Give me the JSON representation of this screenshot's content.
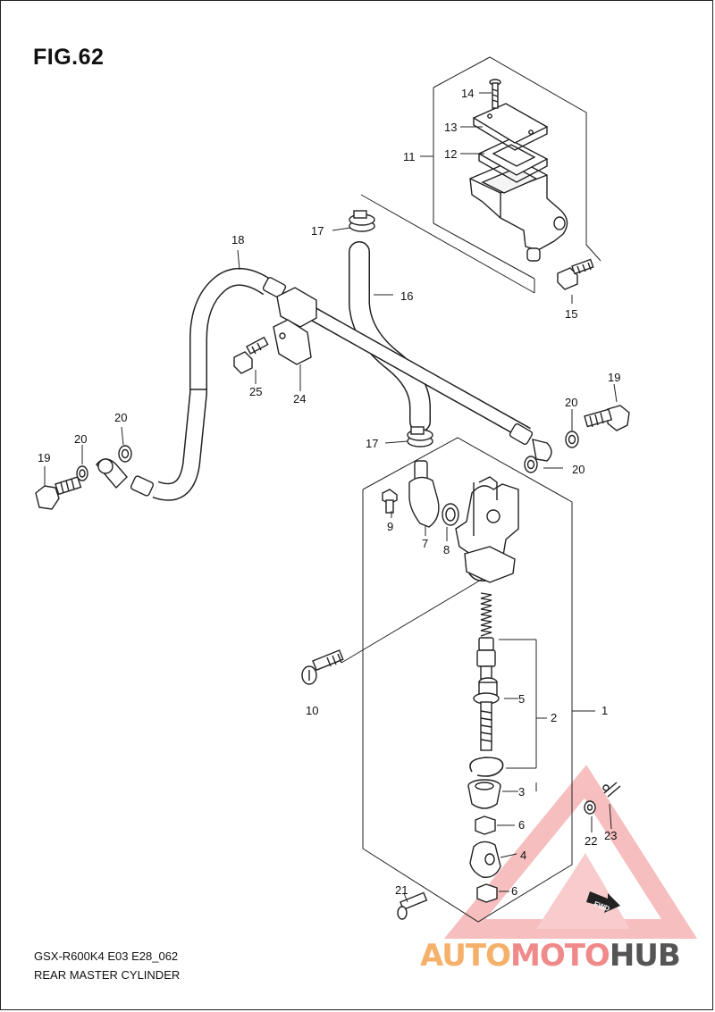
{
  "figure": {
    "title": "FIG.62",
    "code": "GSX-R600K4 E03 E28_062",
    "name": "REAR MASTER CYLINDER"
  },
  "watermark": {
    "part1": "AUTO",
    "part2": "MOTO",
    "part3": "HUB",
    "colors": {
      "auto": "#f5b06a",
      "moto": "#f08a8a",
      "hub": "#555555"
    }
  },
  "fwd_label": "FWD",
  "callouts": {
    "c1": "1",
    "c2": "2",
    "c3": "3",
    "c4": "4",
    "c5": "5",
    "c6a": "6",
    "c6b": "6",
    "c7": "7",
    "c8": "8",
    "c9": "9",
    "c10": "10",
    "c11": "11",
    "c12": "12",
    "c13": "13",
    "c14": "14",
    "c15": "15",
    "c16": "16",
    "c17a": "17",
    "c17b": "17",
    "c18": "18",
    "c19a": "19",
    "c19b": "19",
    "c20a": "20",
    "c20b": "20",
    "c20c": "20",
    "c20d": "20",
    "c21": "21",
    "c22": "22",
    "c23": "23",
    "c24": "24",
    "c25": "25"
  }
}
